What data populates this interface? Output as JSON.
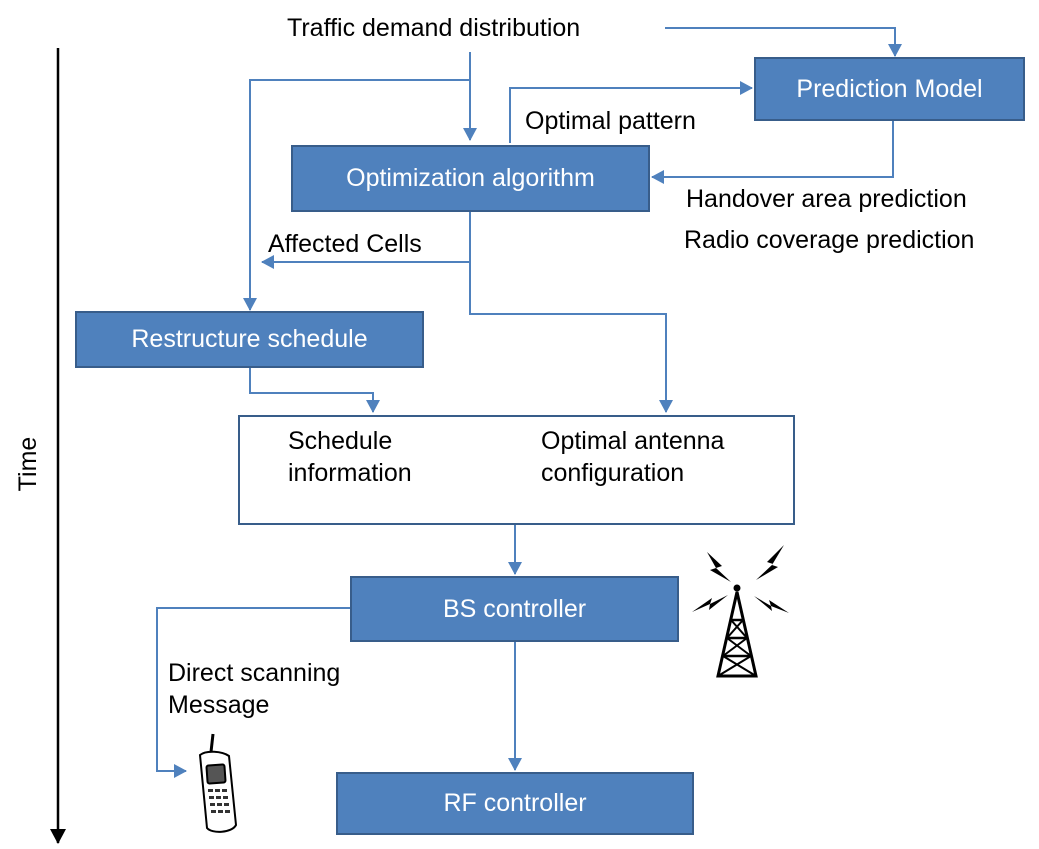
{
  "diagram": {
    "time_label": "Time",
    "nodes": {
      "traffic_demand": "Traffic demand distribution",
      "prediction_model": "Prediction Model",
      "optimization_algorithm": "Optimization algorithm",
      "restructure_schedule": "Restructure schedule",
      "bs_controller": "BS controller",
      "rf_controller": "RF controller",
      "schedule_information": "Schedule\ninformation",
      "optimal_antenna_configuration": "Optimal antenna\nconfiguration"
    },
    "edge_labels": {
      "optimal_pattern": "Optimal pattern",
      "handover_area_prediction": "Handover area prediction",
      "radio_coverage_prediction": "Radio coverage prediction",
      "affected_cells": "Affected Cells",
      "direct_scanning_message": "Direct scanning\nMessage"
    },
    "icons": [
      "radio-tower-icon",
      "mobile-phone-icon"
    ],
    "colors": {
      "box_fill": "#4f81bd",
      "box_border": "#385d8a",
      "connector": "#4f81bd",
      "plus_sign": "#4f81bd"
    }
  }
}
